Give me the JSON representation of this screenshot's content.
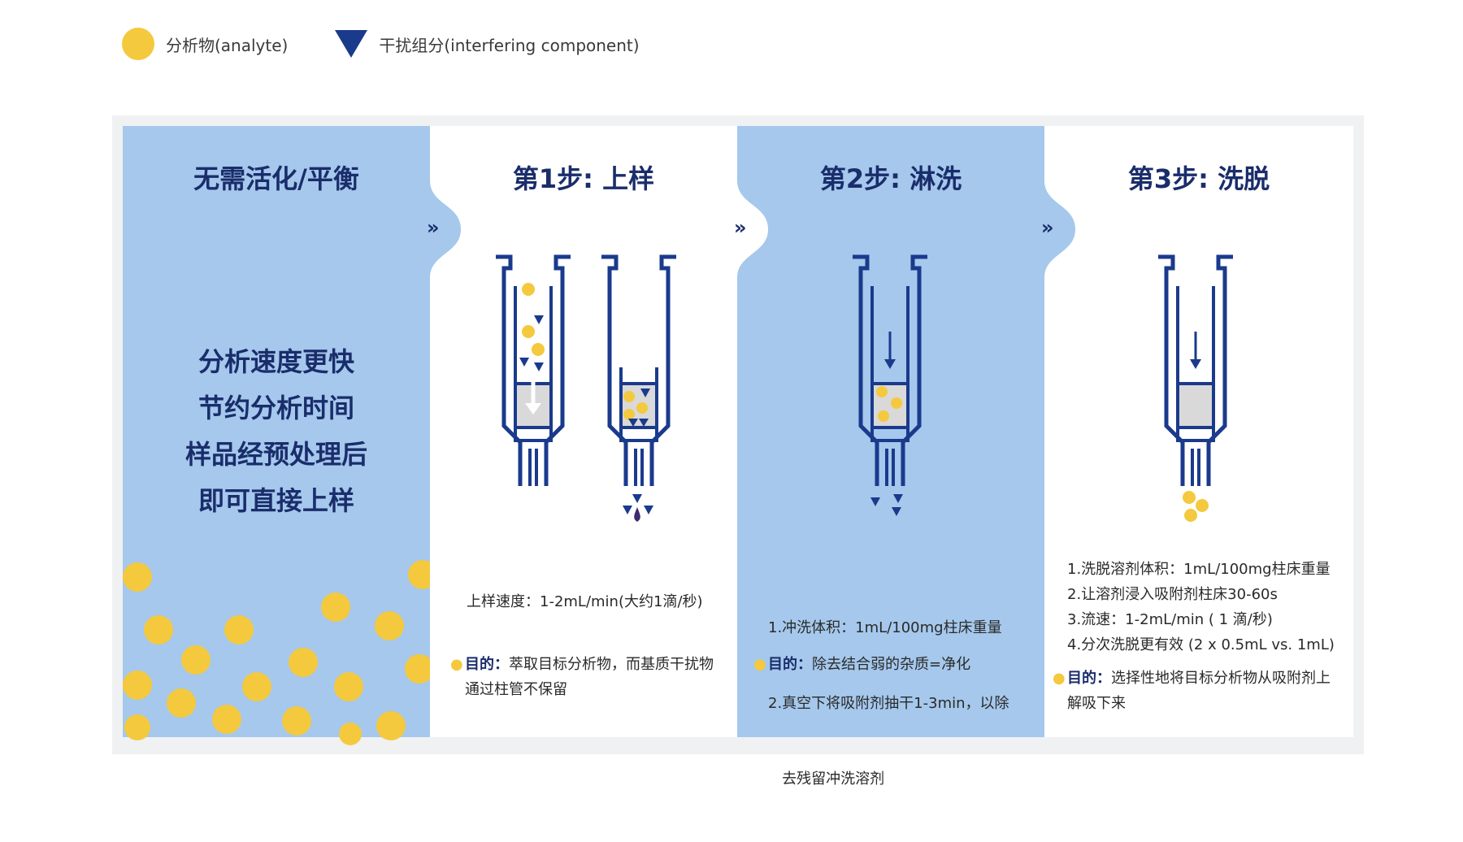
{
  "legend": {
    "analyte": "分析物(analyte)",
    "interfering": "干扰组分(interfering component)"
  },
  "colors": {
    "accent_blue": "#a5c8ec",
    "navy": "#1a2d6b",
    "analyte_yellow": "#f4c93e",
    "bed_gray": "#d9d9d9"
  },
  "panels": [
    {
      "title": "无需活化/平衡",
      "lines": [
        "分析速度更快",
        "节约分析时间",
        "样品经预处理后",
        "即可直接上样"
      ]
    },
    {
      "title": "第1步: 上样",
      "notes": [
        "上样速度：1-2mL/min(大约1滴/秒)"
      ],
      "purpose_label": "目的：",
      "purpose_text": "萃取目标分析物，而基质干扰物通过柱管不保留"
    },
    {
      "title": "第2步: 淋洗",
      "notes": [
        "1.冲洗体积：1mL/100mg柱床重量",
        "2.真空下将吸附剂抽干1-3min，以除",
        "   去残留冲洗溶剂"
      ],
      "purpose_label": "目的：",
      "purpose_text": "除去结合弱的杂质=净化"
    },
    {
      "title": "第3步: 洗脱",
      "notes": [
        "1.洗脱溶剂体积：1mL/100mg柱床重量",
        "2.让溶剂浸入吸附剂柱床30-60s",
        "3.流速：1-2mL/min ( 1 滴/秒)",
        "4.分次洗脱更有效 (2 x 0.5mL vs. 1mL)"
      ],
      "purpose_label": "目的：",
      "purpose_text": "选择性地将目标分析物从吸附剂上解吸下来"
    }
  ],
  "step_arrow_glyph": "»"
}
